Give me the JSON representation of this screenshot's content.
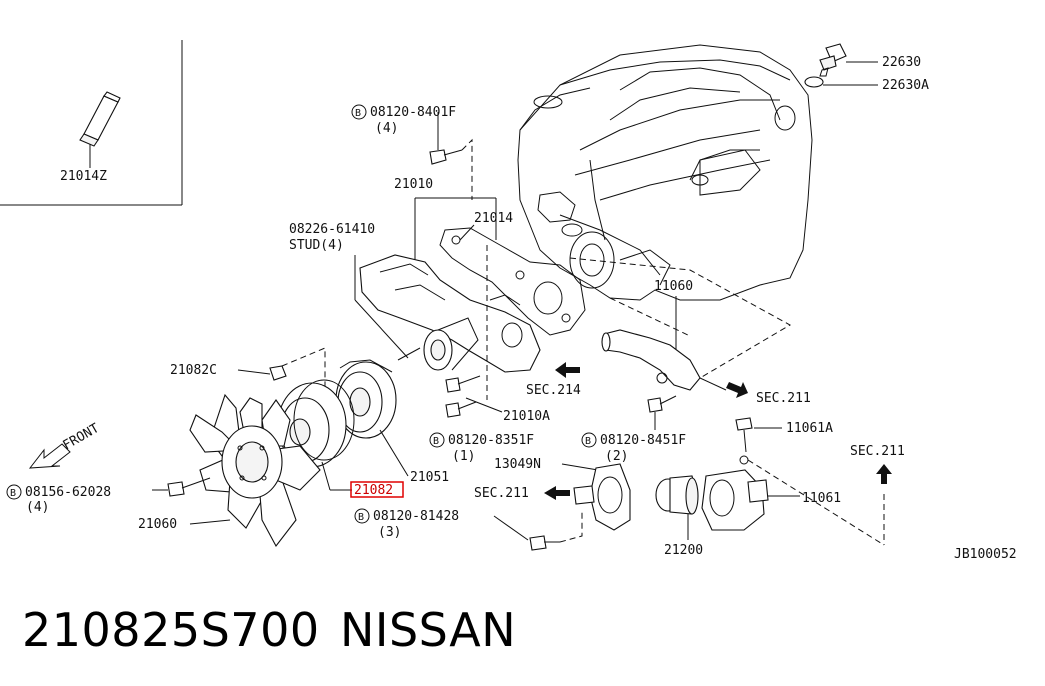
{
  "diagram": {
    "inset_part": "21014Z",
    "labels": {
      "p22630": "22630",
      "p22630A": "22630A",
      "b_8401F": "08120-8401F",
      "b_8401F_qty": "(4)",
      "p21010": "21010",
      "stud_code": "08226-61410",
      "stud_text": "STUD(4)",
      "p21014": "21014",
      "p11060": "11060",
      "p21082C": "21082C",
      "sec214": "SEC.214",
      "sec211_a": "SEC.211",
      "p21010A": "21010A",
      "front": "FRONT",
      "b_8351F": "08120-8351F",
      "b_8351F_qty": "(1)",
      "b_8451F": "08120-8451F",
      "b_8451F_qty": "(2)",
      "p11061A": "11061A",
      "sec211_b": "SEC.211",
      "p13049N": "13049N",
      "p21051": "21051",
      "p21082": "21082",
      "b_62028": "08156-62028",
      "b_62028_qty": "(4)",
      "sec211_c": "SEC.211",
      "p11061": "11061",
      "p21060": "21060",
      "b_81428": "08120-81428",
      "b_81428_qty": "(3)",
      "p21200": "21200",
      "diagram_code": "JB100052"
    },
    "bolt_marker": "B",
    "highlight_color": "#e00000"
  },
  "caption": {
    "part_number": "210825S700",
    "brand": "NISSAN"
  }
}
